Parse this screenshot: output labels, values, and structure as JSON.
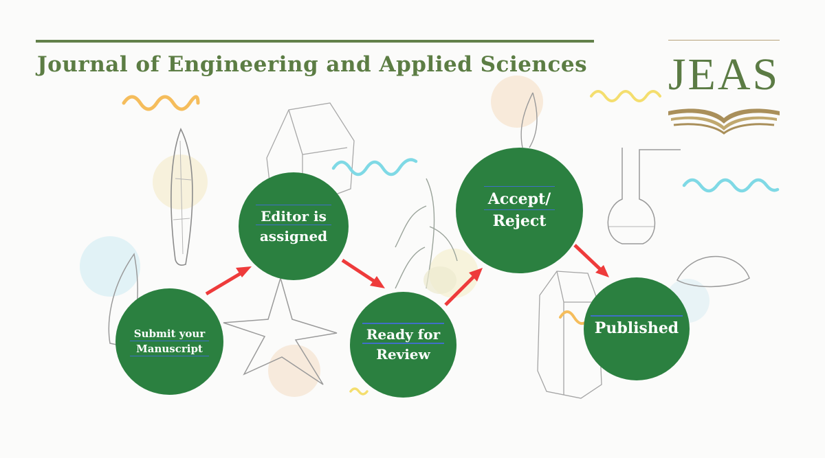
{
  "header": {
    "title": "Journal of Engineering and Applied Sciences"
  },
  "logo": {
    "text": "JEAS",
    "icon": "open-book-icon"
  },
  "colors": {
    "title": "#5c7d44",
    "node_fill": "#2b8040",
    "arrow": "#ee3b3b",
    "underline": "#3f6fc8",
    "logo_gold": "#a98f5a"
  },
  "workflow": {
    "steps": [
      {
        "line1": "Submit your",
        "line2": "Manuscript"
      },
      {
        "line1": "Editor is",
        "line2": "assigned"
      },
      {
        "line1": "Ready for",
        "line2": "Review"
      },
      {
        "line1": "Accept/",
        "line2": "Reject"
      },
      {
        "line1": "Published",
        "line2": ""
      }
    ]
  }
}
